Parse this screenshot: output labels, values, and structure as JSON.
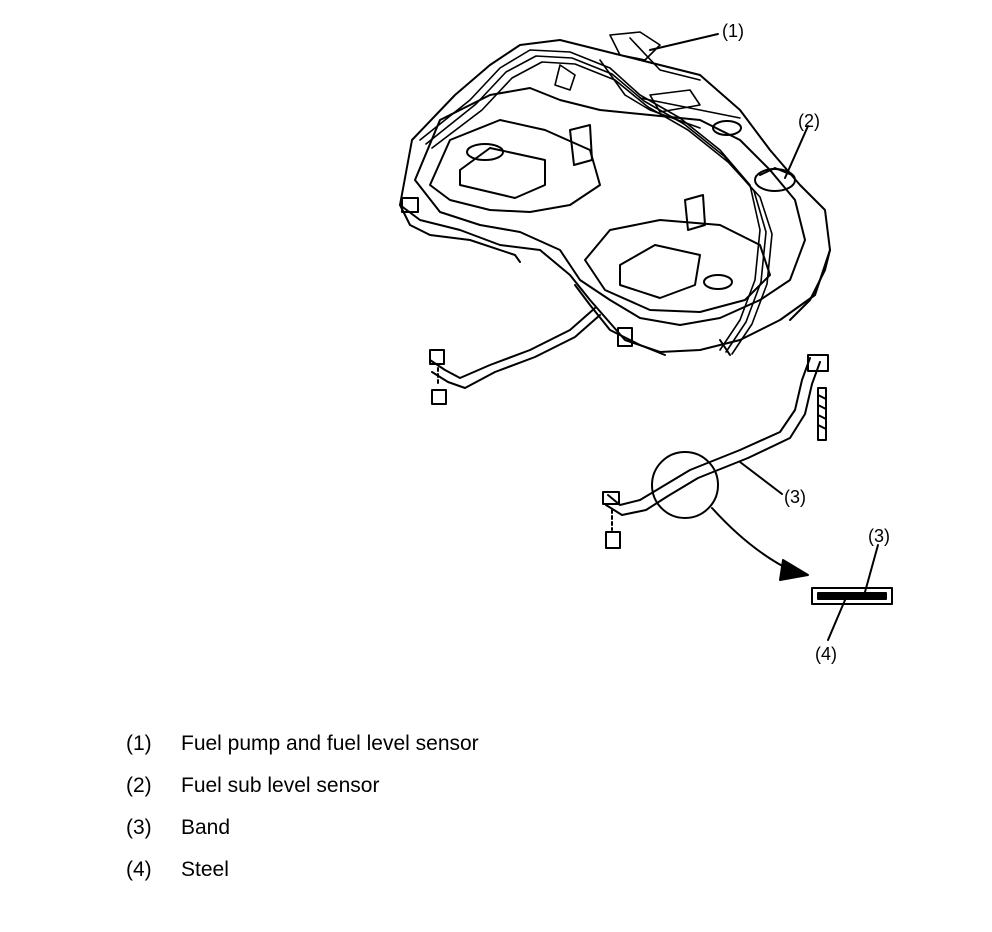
{
  "callouts": {
    "c1": "(1)",
    "c2": "(2)",
    "c3a": "(3)",
    "c3b": "(3)",
    "c4": "(4)"
  },
  "legend": [
    {
      "num": "(1)",
      "text": "Fuel pump and fuel level sensor"
    },
    {
      "num": "(2)",
      "text": "Fuel sub level sensor"
    },
    {
      "num": "(3)",
      "text": "Band"
    },
    {
      "num": "(4)",
      "text": "Steel"
    }
  ]
}
